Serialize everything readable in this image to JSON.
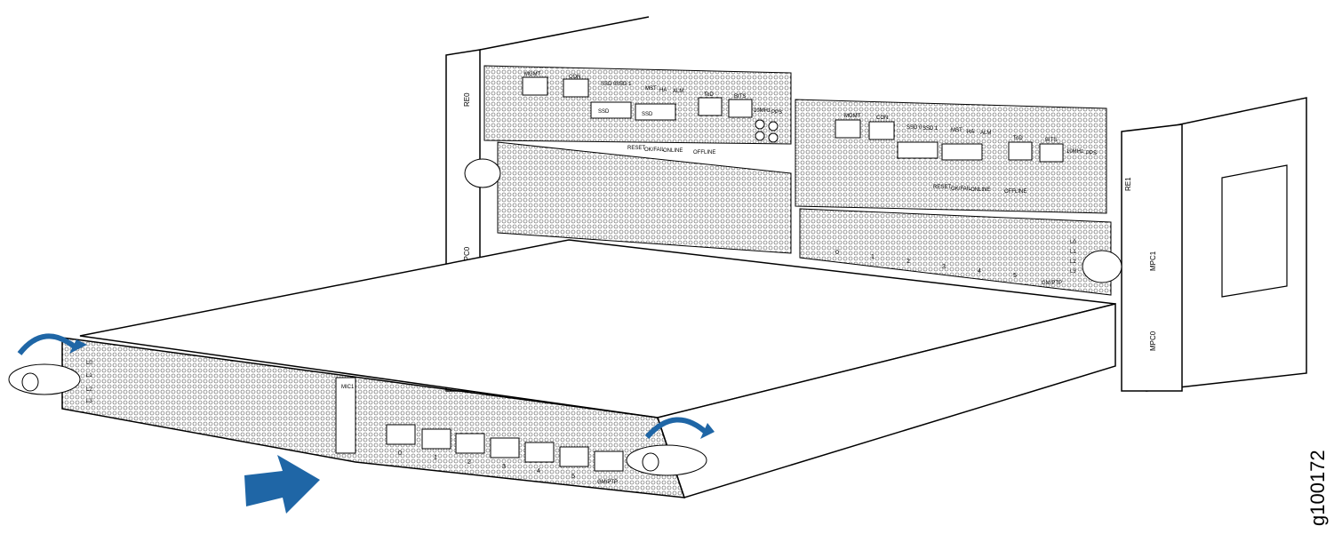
{
  "figure_id": "g100172",
  "colors": {
    "arrow": "#1f66a6",
    "line": "#000000",
    "background": "#ffffff"
  },
  "routing_engine": {
    "ports": [
      "MGMT",
      "CON",
      "ToD",
      "BITS"
    ],
    "leds": [
      "SSD 0",
      "SSD 1",
      "MST",
      "HA",
      "ALM"
    ],
    "ssd_label": "SSD",
    "coax": [
      "10MHz",
      "PPS"
    ],
    "buttons": [
      "RESET",
      "OK/FAIL",
      "ONLINE",
      "OFFLINE"
    ]
  },
  "slot_labels": {
    "re0": "RE0",
    "re1": "RE1",
    "mpc0": "MPC0",
    "mpc1": "MPC1"
  },
  "mic_label": "MIC1",
  "link_leds": [
    "L0",
    "L1",
    "L2",
    "L3"
  ],
  "ports": [
    "0",
    "1",
    "2",
    "3",
    "4",
    "5"
  ],
  "gm_port": "GM/PTP",
  "icons": [
    "insert-arrow-icon",
    "rotate-ejector-arrow-icon"
  ]
}
